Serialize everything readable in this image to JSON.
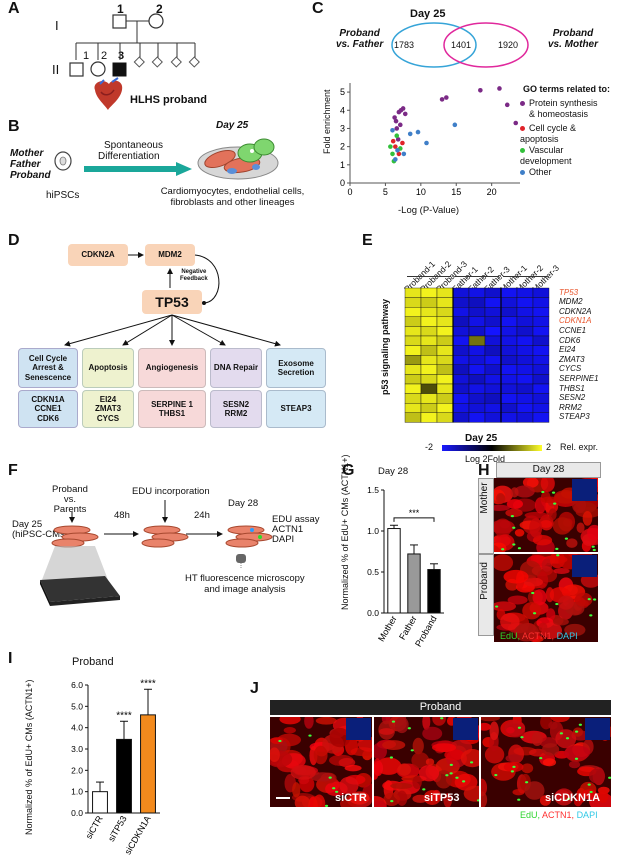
{
  "panels": {
    "a": "A",
    "b": "B",
    "c": "C",
    "d": "D",
    "e": "E",
    "f": "F",
    "g": "G",
    "h": "H",
    "i": "I",
    "j": "J"
  },
  "panel_a": {
    "gen1": "I",
    "gen2": "II",
    "n1": "1",
    "n2": "2",
    "c1": "1",
    "c2": "2",
    "c3": "3",
    "proband_label": "HLHS proband"
  },
  "panel_b": {
    "donors": [
      "Mother",
      "Father",
      "Proband"
    ],
    "hipscs": "hiPSCs",
    "arrow_line1": "Spontaneous",
    "arrow_line2": "Differentiation",
    "day": "Day 25",
    "caption1": "Cardiomyocytes, endothelial cells,",
    "caption2": "fibroblasts and other lineages"
  },
  "panel_c": {
    "title": "Day 25",
    "left_label1": "Proband",
    "left_label2": "vs. Father",
    "right_label1": "Proband",
    "right_label2": "vs. Mother",
    "venn": {
      "left": "1783",
      "overlap": "1401",
      "right": "1920"
    },
    "legend_title": "GO terms related to:",
    "legend": [
      {
        "label": "Protein synthesis",
        "label2": "& homeostasis",
        "color": "#7b2a86"
      },
      {
        "label": "Cell cycle & apoptosis",
        "label2": "",
        "color": "#e0232a"
      },
      {
        "label": "Vascular development",
        "label2": "",
        "color": "#32c03a"
      },
      {
        "label": "Other",
        "label2": "",
        "color": "#3f7fc8"
      }
    ]
  },
  "chart_data": [
    {
      "type": "scatter",
      "xlabel": "-Log (P-Value)",
      "ylabel": "Fold enrichment",
      "xlim": [
        0,
        24
      ],
      "ylim": [
        0,
        5.5
      ],
      "xticks": [
        0,
        5,
        10,
        15,
        20
      ],
      "yticks": [
        0,
        1,
        2,
        3,
        4,
        5
      ],
      "series": [
        {
          "name": "Protein synthesis & homeostasis",
          "color": "#7b2a86",
          "points": [
            [
              6.3,
              3.6
            ],
            [
              6.5,
              3.4
            ],
            [
              6.9,
              3.9
            ],
            [
              7.2,
              4.0
            ],
            [
              7.5,
              4.1
            ],
            [
              7.8,
              3.8
            ],
            [
              6.6,
              3.0
            ],
            [
              7.1,
              3.2
            ],
            [
              6.8,
              2.4
            ],
            [
              13.0,
              4.6
            ],
            [
              13.6,
              4.7
            ],
            [
              18.4,
              5.1
            ],
            [
              21.1,
              5.2
            ],
            [
              22.2,
              4.3
            ],
            [
              23.4,
              3.3
            ]
          ]
        },
        {
          "name": "Cell cycle & apoptosis",
          "color": "#e0232a",
          "points": [
            [
              6.1,
              2.3
            ],
            [
              6.4,
              2.0
            ],
            [
              6.9,
              1.6
            ],
            [
              7.4,
              2.2
            ]
          ]
        },
        {
          "name": "Vascular development",
          "color": "#32c03a",
          "points": [
            [
              5.7,
              2.0
            ],
            [
              6.0,
              1.6
            ],
            [
              6.2,
              1.2
            ],
            [
              6.6,
              2.6
            ],
            [
              7.1,
              1.9
            ]
          ]
        },
        {
          "name": "Other",
          "color": "#3f7fc8",
          "points": [
            [
              6.4,
              1.3
            ],
            [
              7.6,
              1.6
            ],
            [
              8.5,
              2.7
            ],
            [
              9.6,
              2.8
            ],
            [
              10.8,
              2.2
            ],
            [
              14.8,
              3.2
            ],
            [
              6.0,
              2.9
            ],
            [
              6.7,
              1.8
            ]
          ]
        }
      ]
    },
    {
      "type": "heatmap",
      "columns": [
        "Proband-1",
        "Proband-2",
        "Proband-3",
        "Father-1",
        "Father-2",
        "Father-3",
        "Mother-1",
        "Mother-2",
        "Mother-3"
      ],
      "rows": [
        "TP53",
        "MDM2",
        "CDKN2A",
        "CDKN1A",
        "CCNE1",
        "CDK6",
        "EI24",
        "ZMAT3",
        "CYCS",
        "SERPINE1",
        "THBS1",
        "SESN2",
        "RRM2",
        "STEAP3"
      ],
      "row_highlight": [
        "TP53",
        "CDKN1A"
      ],
      "ylabel": "p53 signaling pathway",
      "scale_title": "Day 25",
      "scale_min": "-2",
      "scale_max": "2",
      "scale_label": "Log 2Fold",
      "scale_unit": "Rel. expr.",
      "values": [
        [
          1.8,
          1.9,
          1.8,
          -1.7,
          -1.8,
          -1.6,
          -1.9,
          -1.8,
          -1.7
        ],
        [
          1.7,
          1.6,
          1.8,
          -1.6,
          -1.5,
          -1.9,
          -1.7,
          -1.9,
          -1.8
        ],
        [
          1.9,
          1.8,
          1.7,
          -1.8,
          -1.6,
          -1.7,
          -1.6,
          -1.8,
          -1.9
        ],
        [
          1.6,
          1.9,
          1.8,
          -1.5,
          -1.8,
          -1.6,
          -1.9,
          -1.7,
          -1.8
        ],
        [
          1.8,
          1.7,
          1.9,
          -1.7,
          -1.6,
          -2.0,
          -1.8,
          -1.6,
          -1.9
        ],
        [
          1.7,
          1.8,
          1.6,
          -1.9,
          0.9,
          -1.7,
          -1.8,
          -1.9,
          -1.6
        ],
        [
          1.9,
          1.5,
          1.8,
          -1.6,
          -1.8,
          -1.5,
          -1.7,
          -1.8,
          -1.9
        ],
        [
          1.2,
          1.8,
          1.7,
          -1.8,
          -1.7,
          -1.9,
          -1.6,
          -1.7,
          -1.8
        ],
        [
          1.8,
          1.9,
          1.5,
          -1.5,
          -1.9,
          -1.6,
          -1.9,
          -1.8,
          -1.7
        ],
        [
          1.6,
          1.7,
          1.9,
          -1.7,
          -1.5,
          -1.8,
          -1.8,
          -1.9,
          -1.6
        ],
        [
          1.9,
          0.6,
          1.8,
          -1.6,
          -1.8,
          -1.7,
          -1.7,
          -1.6,
          -1.9
        ],
        [
          1.7,
          1.8,
          1.6,
          -1.9,
          -1.6,
          -1.5,
          -1.9,
          -1.8,
          -1.7
        ],
        [
          1.8,
          1.6,
          1.9,
          -1.8,
          -1.7,
          -1.8,
          -1.6,
          -1.9,
          -1.8
        ],
        [
          1.5,
          1.9,
          1.7,
          -1.6,
          -1.9,
          -1.7,
          -1.8,
          -1.7,
          -1.9
        ]
      ]
    },
    {
      "type": "bar",
      "title": "Day 28",
      "categories": [
        "Mother",
        "Father",
        "Proband"
      ],
      "values": [
        1.03,
        0.72,
        0.53
      ],
      "errors": [
        0.04,
        0.11,
        0.07
      ],
      "colors": [
        "#ffffff",
        "#999999",
        "#000000"
      ],
      "ylabel": "Normalized % of EdU+ CMs (ACTN1+)",
      "ylim": [
        0,
        1.5
      ],
      "yticks": [
        "0.0",
        "0.5",
        "1.0",
        "1.5"
      ],
      "significance": "***"
    },
    {
      "type": "bar",
      "title": "Proband",
      "categories": [
        "siCTR",
        "siTP53",
        "siCDKN1A"
      ],
      "values": [
        1.0,
        3.45,
        4.6
      ],
      "errors": [
        0.45,
        0.85,
        1.2
      ],
      "colors": [
        "#ffffff",
        "#000000",
        "#f28a1d"
      ],
      "ylabel": "Normalized % of EdU+ CMs (ACTN1+)",
      "ylim": [
        0,
        6
      ],
      "yticks": [
        "0.0",
        "1.0",
        "2.0",
        "3.0",
        "4.0",
        "5.0",
        "6.0"
      ],
      "significance": [
        "",
        "****",
        "****"
      ]
    }
  ],
  "panel_d": {
    "cdkn2a": "CDKN2A",
    "mdm2": "MDM2",
    "tp53": "TP53",
    "feedback1": "Negative",
    "feedback2": "Feedback",
    "categories": [
      {
        "head": "Cell Cycle Arrest & Senescence",
        "genes": "CDKN1A\nCCNE1\nCDK6",
        "bg": "#cfe3f2"
      },
      {
        "head": "Apoptosis",
        "genes": "EI24\nZMAT3\nCYCS",
        "bg": "#eef2cf"
      },
      {
        "head": "Angiogenesis",
        "genes": "SERPINE 1\nTHBS1",
        "bg": "#f7d9d9"
      },
      {
        "head": "DNA Repair",
        "genes": "SESN2\nRRM2",
        "bg": "#e3dbee"
      },
      {
        "head": "Exosome Secretion",
        "genes": "STEAP3",
        "bg": "#d5e9f5"
      }
    ]
  },
  "panel_f": {
    "proband": "Proband",
    "vs": "vs.",
    "parents": "Parents",
    "day25a": "Day 25",
    "day25b": "(hiPSC-CMs)",
    "t48": "48h",
    "edu": "EDU incorporation",
    "t24": "24h",
    "day28": "Day 28",
    "assay1": "EDU assay",
    "assay2": "ACTN1",
    "assay3": "DAPI",
    "micro1": "HT fluorescence microscopy",
    "micro2": "and image analysis"
  },
  "panel_h": {
    "day": "Day 28",
    "mother": "Mother",
    "proband": "Proband",
    "legend_edu": "EdU,",
    "legend_actn": "ACTN1,",
    "legend_dapi": "DAPI"
  },
  "panel_j": {
    "header": "Proband",
    "labels": [
      "siCTR",
      "siTP53",
      "siCDKN1A"
    ],
    "legend_edu": "EdU,",
    "legend_actn": "ACTN1,",
    "legend_dapi": "DAPI"
  }
}
